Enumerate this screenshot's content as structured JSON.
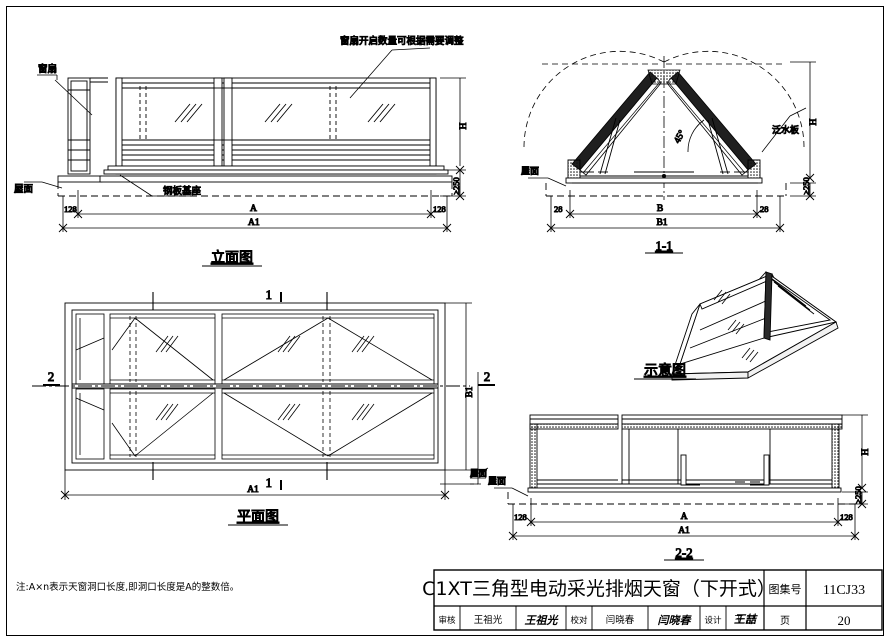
{
  "sheet": {
    "note": "注:A×n表示天窗洞口长度,即洞口长度是A的整数倍。"
  },
  "views": {
    "elevation": {
      "title": "立面图",
      "annotation_top": "窗扇开启数量可根据需要调整",
      "label_sash": "窗扇",
      "label_roof": "屋面",
      "label_base": "钢板基座",
      "dim_left": "128",
      "dim_right": "128",
      "dim_a": "A",
      "dim_a1": "A1",
      "dim_h": "H",
      "dim_250": "≥250"
    },
    "section_1_1": {
      "title": "1-1",
      "label_roof": "屋面",
      "label_flashing": "泛水板",
      "angle": "45°",
      "dim_left": "28",
      "dim_right": "28",
      "dim_b": "B",
      "dim_b1": "B1",
      "dim_h": "H",
      "dim_250": "≥250"
    },
    "plan": {
      "title": "平面图",
      "marker_1_top": "1",
      "marker_1_bottom": "1",
      "marker_2_left": "2",
      "marker_2_right": "2",
      "dim_a1": "A1",
      "dim_b1": "B1",
      "label_roof": "屋面"
    },
    "isometric": {
      "title": "示意图"
    },
    "section_2_2": {
      "title": "2-2",
      "label_roof": "屋面",
      "dim_left": "128",
      "dim_right": "128",
      "dim_a": "A",
      "dim_a1": "A1",
      "dim_h": "H",
      "dim_250": "≥250"
    }
  },
  "title_block": {
    "drawing_title": "C1XT三角型电动采光排烟天窗（下开式）",
    "atlas_label": "图集号",
    "atlas_value": "11CJ33",
    "page_label": "页",
    "page_value": "20",
    "review_label": "审核",
    "review_name": "王祖光",
    "review_sign": "王祖光",
    "check_label": "校对",
    "check_name": "闫晓春",
    "check_sign": "闫晓春",
    "design_label": "设计",
    "design_name": "王 喆",
    "design_sign": "王喆"
  },
  "colors": {
    "line": "#000000",
    "glass": "#ffffff",
    "fill_dark": "#1a1a1a"
  }
}
